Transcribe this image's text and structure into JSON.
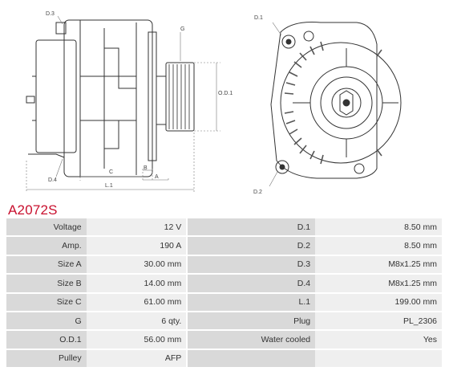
{
  "drawing": {
    "labels": {
      "d3": "D.3",
      "d4": "D.4",
      "g": "G",
      "c": "C",
      "b": "B",
      "a": "A",
      "l1": "L.1",
      "od1": "O.D.1",
      "d1": "D.1",
      "d2": "D.2"
    }
  },
  "part_code": "A2072S",
  "specs": [
    {
      "label1": "Voltage",
      "value1": "12 V",
      "label2": "D.1",
      "value2": "8.50 mm"
    },
    {
      "label1": "Amp.",
      "value1": "190 A",
      "label2": "D.2",
      "value2": "8.50 mm"
    },
    {
      "label1": "Size A",
      "value1": "30.00 mm",
      "label2": "D.3",
      "value2": "M8x1.25 mm"
    },
    {
      "label1": "Size B",
      "value1": "14.00 mm",
      "label2": "D.4",
      "value2": "M8x1.25 mm"
    },
    {
      "label1": "Size C",
      "value1": "61.00 mm",
      "label2": "L.1",
      "value2": "199.00 mm"
    },
    {
      "label1": "G",
      "value1": "6 qty.",
      "label2": "Plug",
      "value2": "PL_2306"
    },
    {
      "label1": "O.D.1",
      "value1": "56.00 mm",
      "label2": "Water cooled",
      "value2": "Yes"
    },
    {
      "label1": "Pulley",
      "value1": "AFP",
      "label2": "",
      "value2": ""
    }
  ]
}
